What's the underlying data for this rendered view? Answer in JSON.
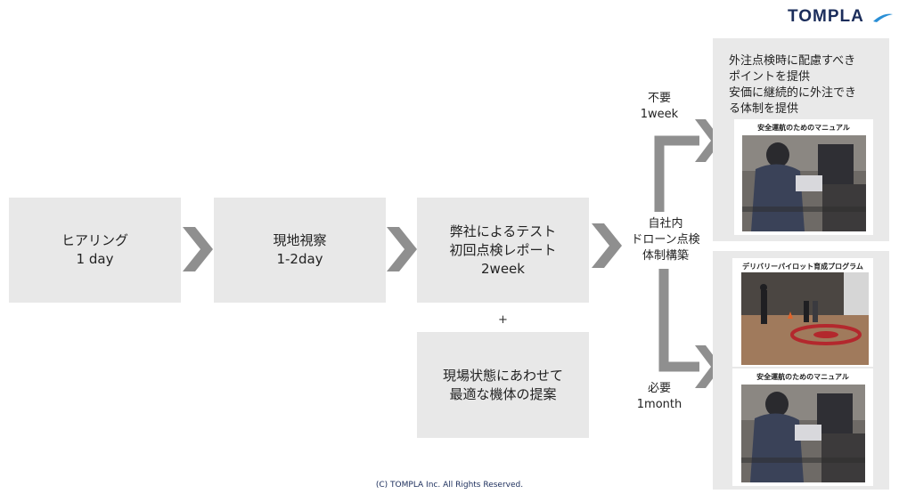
{
  "brand": {
    "logo": "TOMPLA",
    "accent": "#1b2d5b",
    "chevron_color": "#8f8f8f",
    "box_color": "#e8e8e8"
  },
  "steps": [
    {
      "line1": "ヒアリング",
      "line2": "1 day"
    },
    {
      "line1": "現地視察",
      "line2": "1-2day"
    },
    {
      "line1": "弊社によるテスト",
      "line2": "初回点検レポート",
      "line3": "2week"
    }
  ],
  "plus": "+",
  "proposal": {
    "line1": "現場状態にあわせて",
    "line2": "最適な機体の提案"
  },
  "branch": {
    "center": {
      "line1": "自社内",
      "line2": "ドローン点検",
      "line3": "体制構築"
    },
    "upper": {
      "line1": "不要",
      "line2": "1week"
    },
    "lower": {
      "line1": "必要",
      "line2": "1month"
    }
  },
  "upper_panel": {
    "lines": [
      "外注点検時に配慮すべき",
      "ポイントを提供",
      "安価に継続的に外注でき",
      "る体制を提供"
    ],
    "card_title": "安全運航のためのマニュアル"
  },
  "lower_panel": {
    "card1_title": "デリバリーパイロット育成プログラム",
    "card2_title": "安全運航のためのマニュアル"
  },
  "footer": "(C) TOMPLA Inc. All Rights Reserved."
}
